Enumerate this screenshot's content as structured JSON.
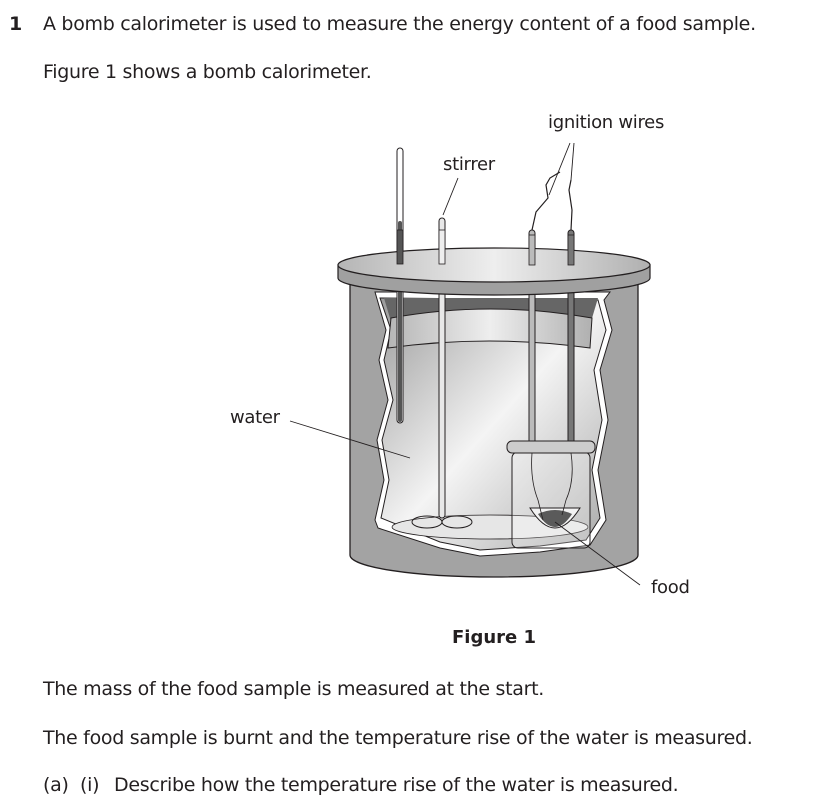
{
  "question": {
    "number": "1",
    "intro": "A bomb calorimeter is used to measure the energy content of a food sample.",
    "figure_ref": "Figure 1 shows a bomb calorimeter."
  },
  "figure": {
    "caption": "Figure 1",
    "labels": {
      "ignition_wires": "ignition wires",
      "stirrer": "stirrer",
      "water": "water",
      "food": "food"
    }
  },
  "body": {
    "line1": "The mass of the food sample is measured at the start.",
    "line2": "The food sample is burnt and the temperature rise of the water is measured.",
    "part_a": "(a)",
    "part_i": "(i)",
    "part_a_i_text": "Describe how the temperature rise of the water is measured."
  }
}
